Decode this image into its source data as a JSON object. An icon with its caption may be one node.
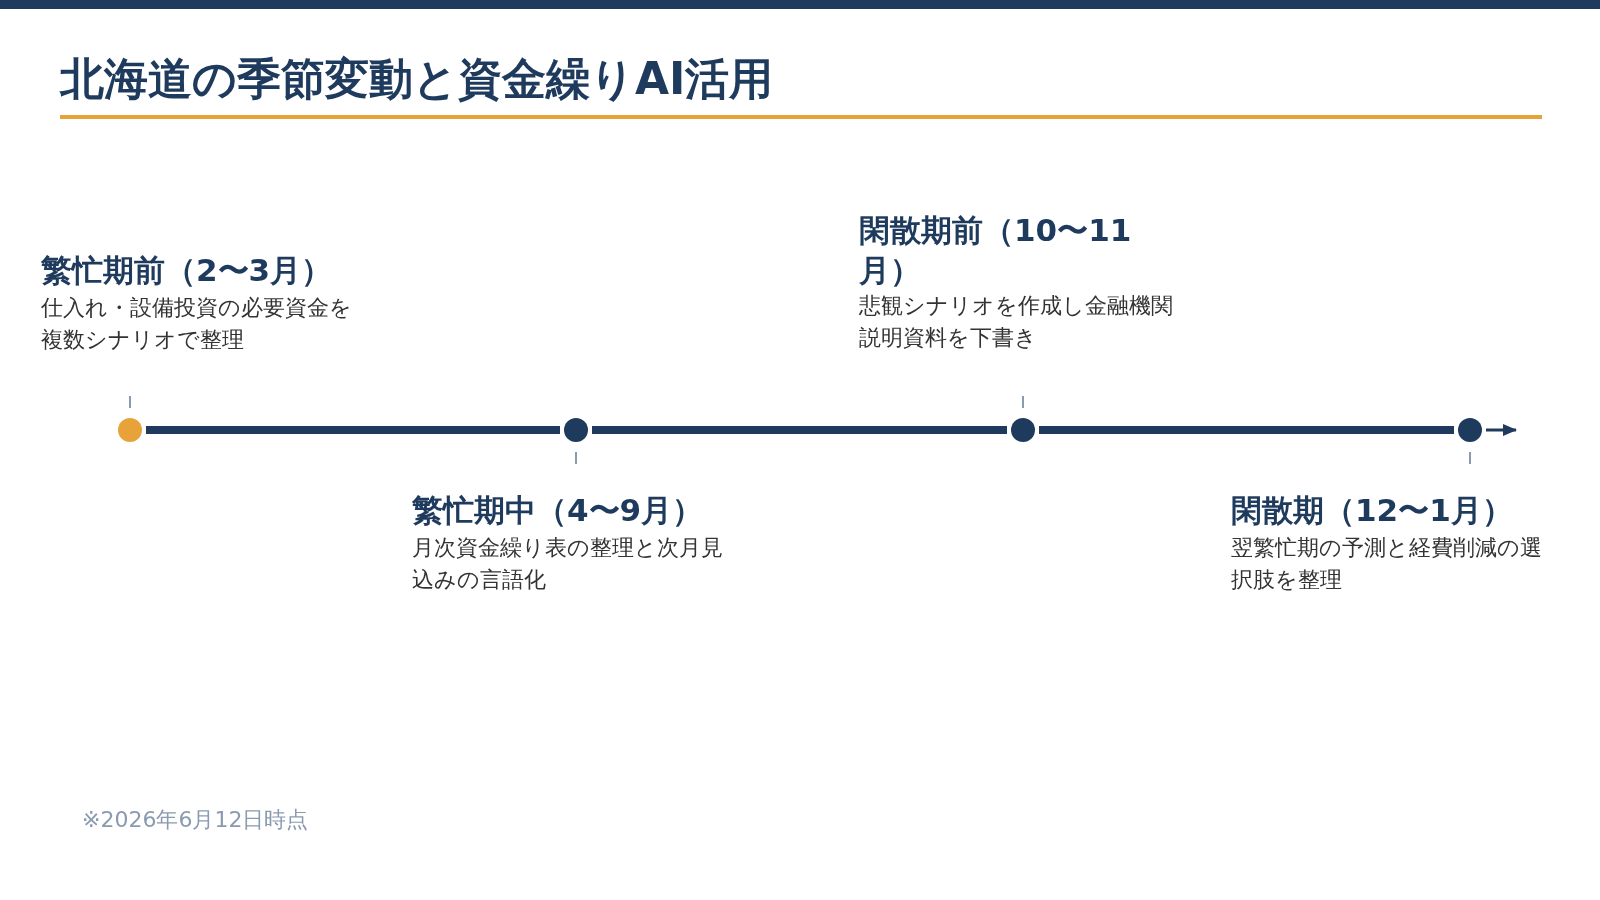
{
  "diagram": {
    "title": "北海道の季節変動と資金繰りAI活用",
    "nodes": [
      {
        "text": [],
        "shape": "circle",
        "beside": [
          "繁忙期前（2〜3月）",
          "仕入れ・設備投資の必要資金を複数シナリオで整理"
        ]
      },
      {
        "text": [],
        "shape": "circle",
        "beside": [
          "繁忙期中（4〜9月）",
          "月次資金繰り表の整理と次月見込みの言語化"
        ]
      },
      {
        "text": [],
        "shape": "circle",
        "beside": [
          "閑散期前（10〜11月）",
          "悲観シナリオを作成し金融機関説明資料を下書き"
        ]
      },
      {
        "text": [],
        "shape": "circle",
        "beside": [
          "閑散期（12〜1月）",
          "翌繁忙期の予測と経費削減の選択肢を整理"
        ]
      }
    ],
    "edges": [
      {
        "from": 0,
        "to": 1,
        "arrow": "none"
      },
      {
        "from": 1,
        "to": 2,
        "arrow": "none"
      },
      {
        "from": 2,
        "to": 3,
        "arrow": "none"
      },
      {
        "from": 3,
        "to": null,
        "arrow": "to"
      }
    ],
    "labels": [
      "※2026年6月12日時点"
    ]
  }
}
